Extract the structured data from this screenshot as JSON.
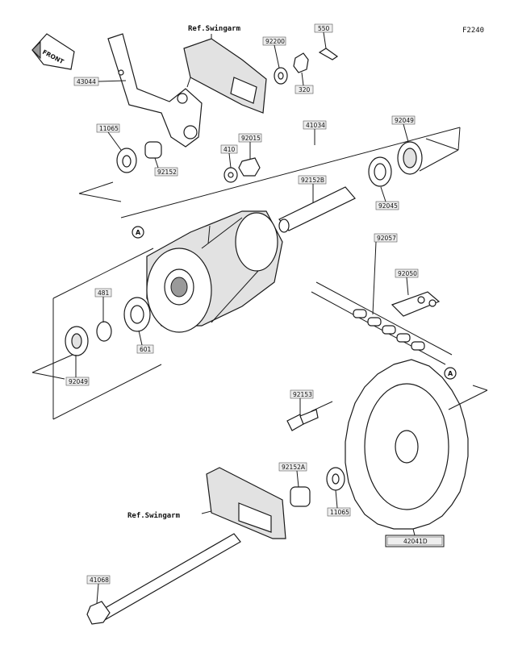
{
  "diagram": {
    "code": "F2240",
    "front_label": "FRONT",
    "ref_labels": [
      "Ref.Swingarm",
      "Ref.Swingarm"
    ],
    "callout_marker": "A",
    "part_numbers": {
      "p550": "550",
      "p92200": "92200",
      "p320": "320",
      "p43044": "43044",
      "p11065a": "11065",
      "p92152": "92152",
      "p410": "410",
      "p92015": "92015",
      "p41034": "41034",
      "p92049a": "92049",
      "p92152B": "92152B",
      "p92045": "92045",
      "p92057": "92057",
      "p92050": "92050",
      "p481": "481",
      "p601": "601",
      "p92049b": "92049",
      "p92153": "92153",
      "p92152A": "92152A",
      "p11065b": "11065",
      "p42041D": "42041D",
      "p41068": "41068"
    }
  }
}
